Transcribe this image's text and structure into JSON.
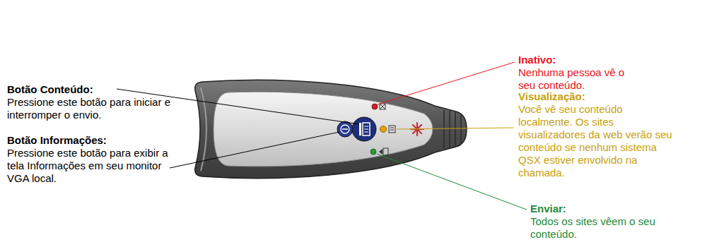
{
  "diagram": {
    "labels": [
      "Botão Conteúdo:",
      "Pressione este botão para iniciar e interromper o envio.",
      "Botão Informações:",
      "Pressione este botão para exibir a tela Informações em seu monitor VGA local.",
      "Inativo:",
      "Nenhuma pessoa vê o seu conteúdo.",
      "Visualização:",
      "Você vê seu conteúdo localmente. Os sites visualizadores da web verão seu conteúdo se nenhum sistema QSX estiver envolvido na chamada.",
      "Enviar:",
      "Todos os sites vêem o seu conteúdo."
    ]
  }
}
